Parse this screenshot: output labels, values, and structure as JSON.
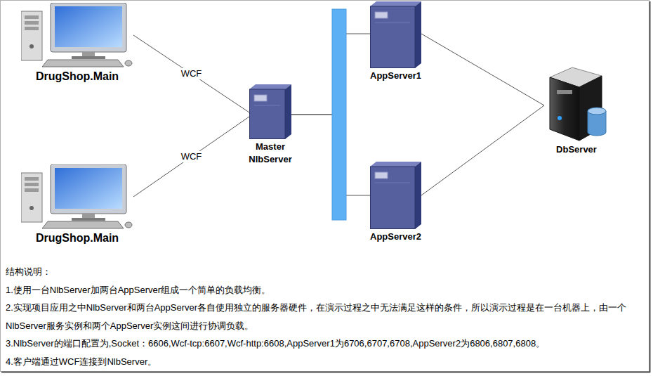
{
  "diagram": {
    "nodes": [
      {
        "text": [
          "DrugShop.Main"
        ]
      },
      {
        "text": [
          "DrugShop.Main"
        ]
      },
      {
        "text": [
          "Master NlbServer"
        ]
      },
      {
        "text": [
          "AppServer1"
        ]
      },
      {
        "text": [
          "AppServer2"
        ]
      },
      {
        "text": [
          "DbServer"
        ]
      }
    ],
    "edges": [
      {
        "from": 0,
        "to": 2,
        "label": "WCF",
        "arrow": "none"
      },
      {
        "from": 1,
        "to": 2,
        "label": "WCF",
        "arrow": "none"
      },
      {
        "from": 2,
        "to": 3,
        "arrow": "none"
      },
      {
        "from": 2,
        "to": 4,
        "arrow": "none"
      },
      {
        "from": 3,
        "to": 5,
        "arrow": "none"
      },
      {
        "from": 4,
        "to": 5,
        "arrow": "none"
      }
    ],
    "labels": [
      "结构说明：",
      "1.使用一台NlbServer加两台AppServer组成一个简单的负载均衡。",
      "2.实现项目应用之中NlbServer和两台AppServer各自使用独立的服务器硬件，在演示过程之中无法满足这样的条件，所以演示过程是在一台机器上，由一个 NlbServer服务实例和两个AppServer实例这间进行协调负载。",
      "3.NlbServer的端口配置为,Socket：6606,Wcf-tcp:6607,Wcf-http:6608,AppServer1为6706,6707,6708,AppServer2为6806,6807,6808。",
      "4.客户端通过WCF连接到NlbServer。"
    ]
  }
}
